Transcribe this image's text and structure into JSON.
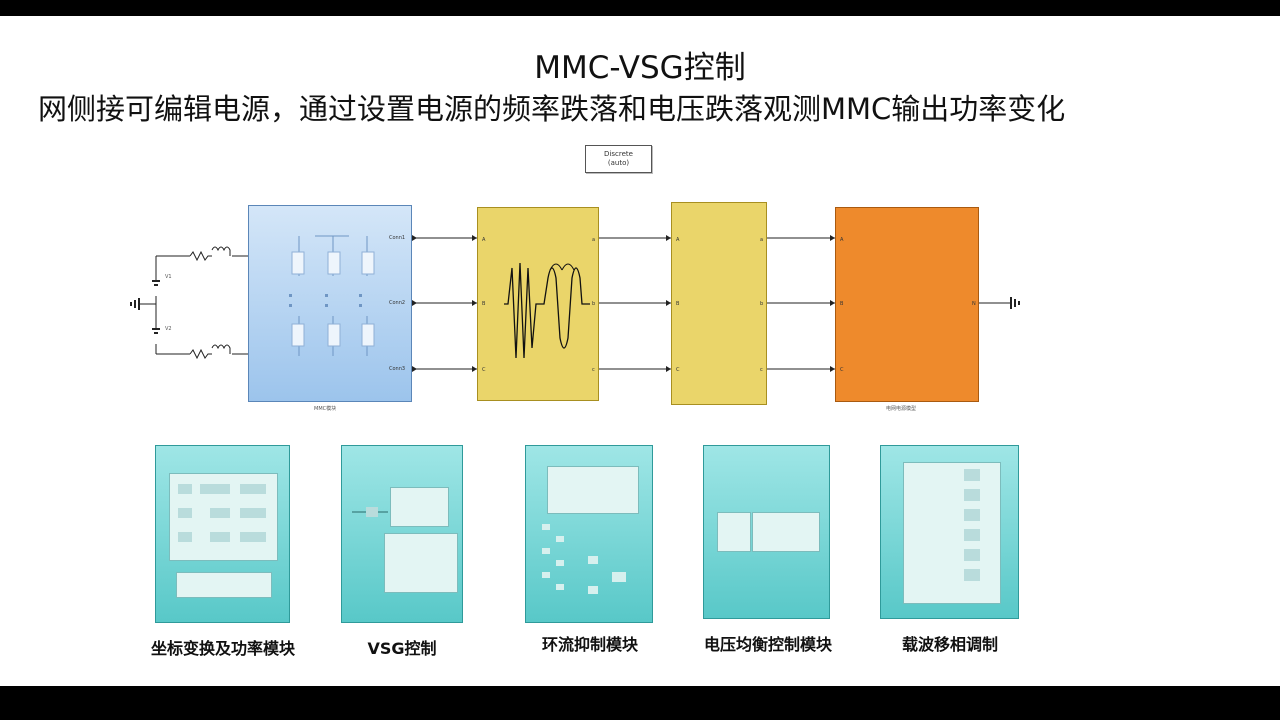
{
  "title": "MMC-VSG控制",
  "subtitle": "网侧接可编辑电源，通过设置电源的频率跌落和电压跌落观测MMC输出功率变化",
  "discrete_block": {
    "line1": "Discrete",
    "line2": "(auto)"
  },
  "dc_sources": {
    "v1": "V1",
    "v2": "V2"
  },
  "mmc_block": {
    "label": "MMC模块",
    "ports": [
      "Conn1",
      "Conn2",
      "Conn3"
    ]
  },
  "fault_block_1": {
    "ports_in": [
      "A",
      "B",
      "C"
    ],
    "ports_out": [
      "a",
      "b",
      "c"
    ]
  },
  "fault_block_2": {
    "ports_in": [
      "A",
      "B",
      "C"
    ],
    "ports_out": [
      "a",
      "b",
      "c"
    ]
  },
  "source_block": {
    "label": "电网电源模型",
    "ports_in": [
      "A",
      "B",
      "C"
    ],
    "port_n": "N"
  },
  "subsystems": [
    {
      "caption": "坐标变换及功率模块"
    },
    {
      "caption": "VSG控制"
    },
    {
      "caption": "环流抑制模块"
    },
    {
      "caption": "电压均衡控制模块"
    },
    {
      "caption": "载波移相调制"
    }
  ],
  "colors": {
    "mmc": "#9cc4ec",
    "fault": "#ead56a",
    "source": "#ee8a2c",
    "subsystem": "#7ed8d8"
  }
}
